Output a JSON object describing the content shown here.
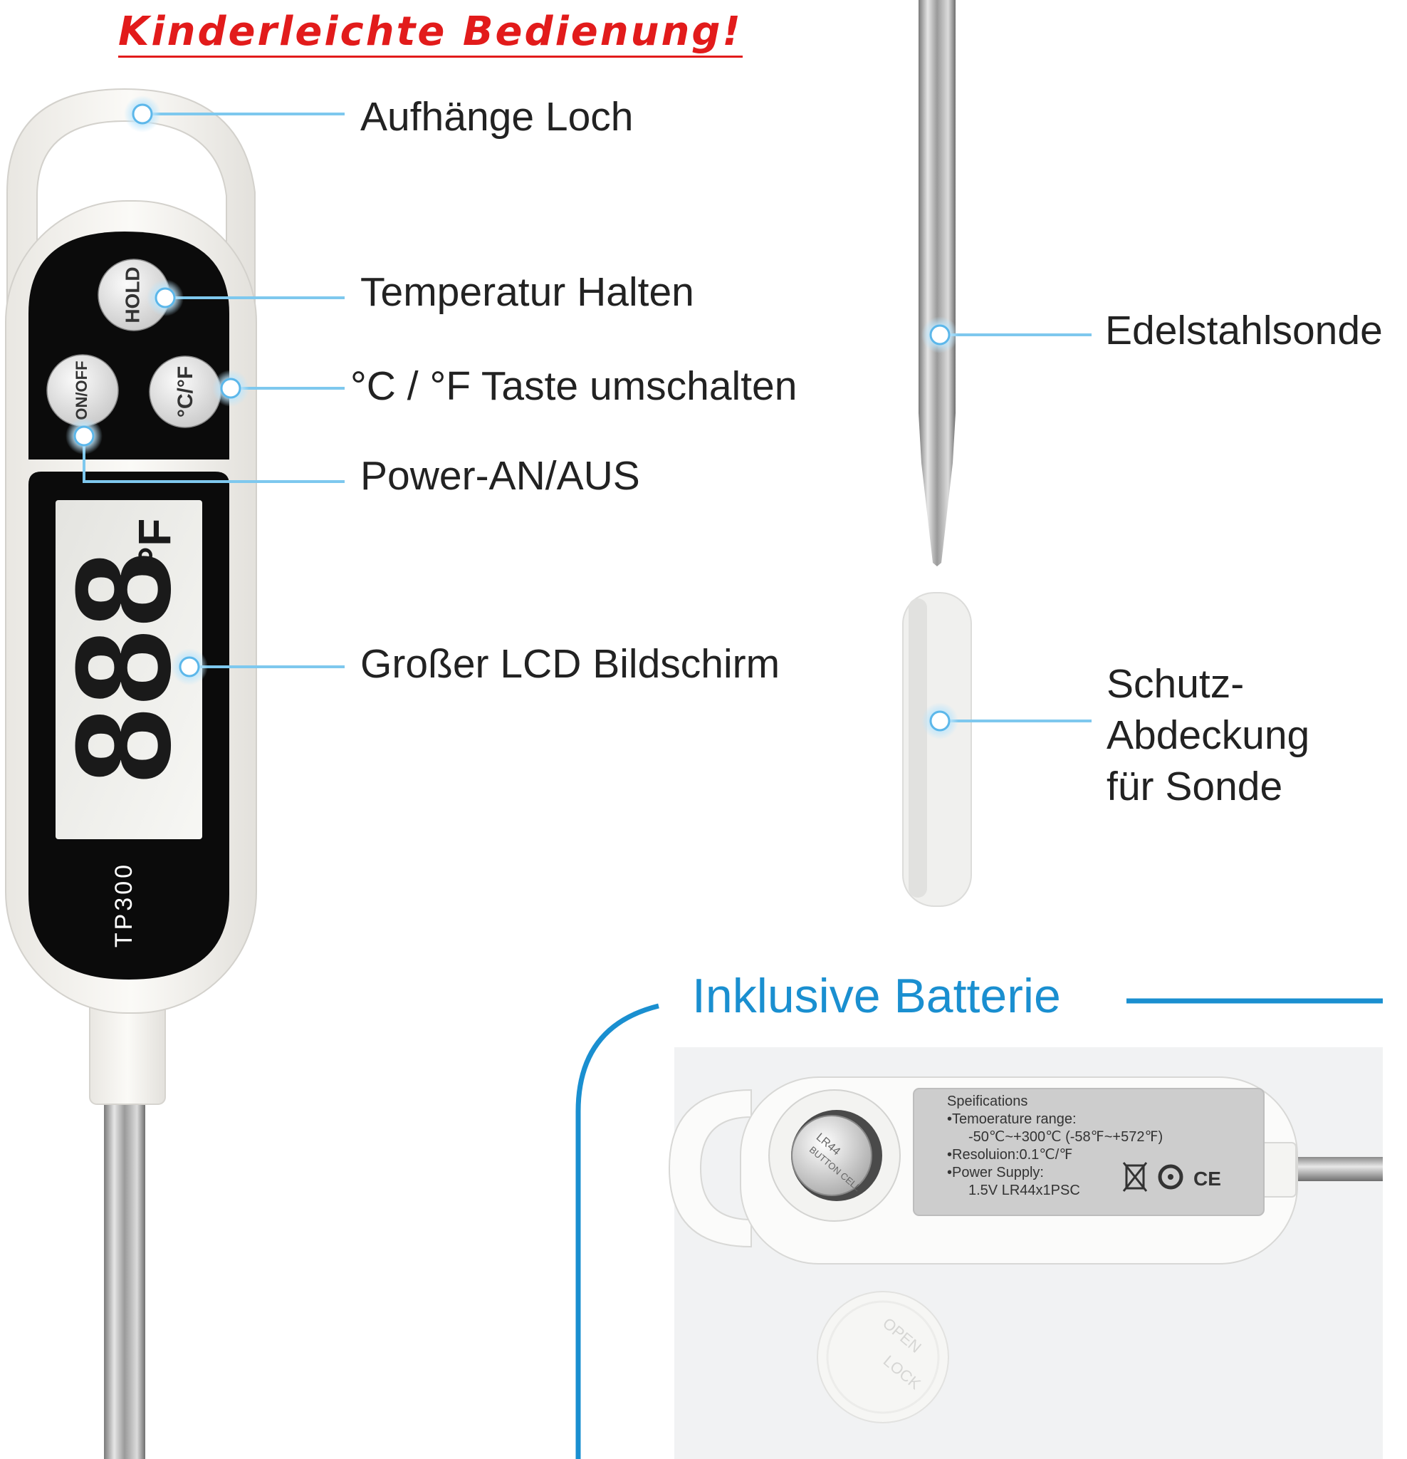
{
  "headline": "Kinderleichte Bedienung!",
  "callouts": {
    "hole": "Aufhänge Loch",
    "hold": "Temperatur Halten",
    "unit": "°C / °F Taste umschalten",
    "power": "Power-AN/AUS",
    "lcd": "Großer LCD Bildschirm",
    "probe": "Edelstahlsonde",
    "cover_line1": "Schutz-",
    "cover_line2": "Abdeckung",
    "cover_line3": "für Sonde"
  },
  "device": {
    "hold_button": "HOLD",
    "unit_button": "°C/°F",
    "power_button": "ON/OFF",
    "lcd_digits": "888",
    "lcd_unit": "°F",
    "model": "TP300"
  },
  "battery": {
    "title": "Inklusive Batterie",
    "spec_title": "Speifications",
    "spec_line1": "•Temoerature range:",
    "spec_line2": "-50℃~+300℃ (-58℉~+572℉)",
    "spec_line3": "•Resoluion:0.1℃/℉",
    "spec_line4": "•Power Supply:",
    "spec_line5": "1.5V LR44x1PSC",
    "cell_text1": "LR44",
    "cell_text2": "BUTTON CELL",
    "cap_text1": "OPEN",
    "cap_text2": "LOCK"
  },
  "colors": {
    "headline_red": "#e21b1b",
    "accent_blue": "#1a8fd0",
    "callout_line": "#7ec8ee"
  }
}
